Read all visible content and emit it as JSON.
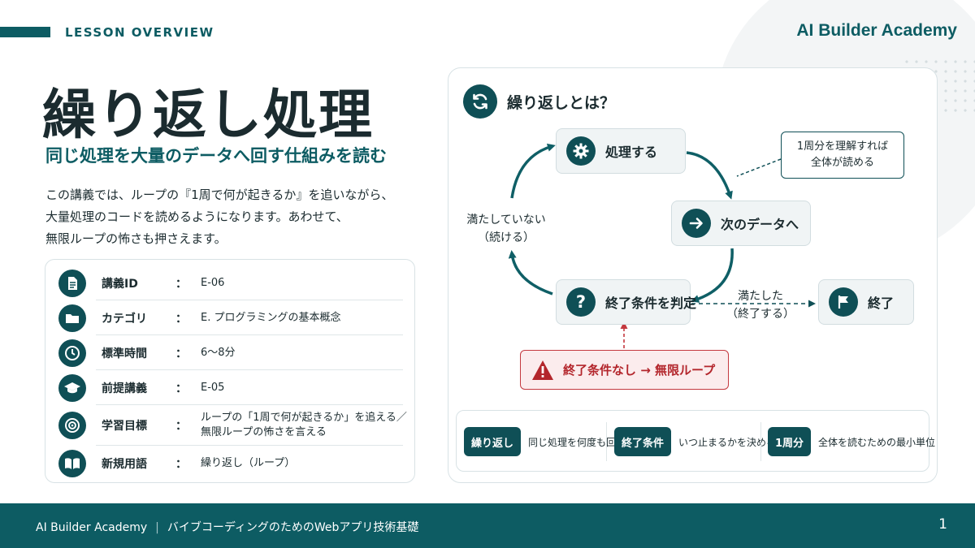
{
  "header": {
    "section_label": "LESSON OVERVIEW",
    "brand": "AI Builder Academy"
  },
  "lesson": {
    "title": "繰り返し処理",
    "subtitle": "同じ処理を大量のデータへ回す仕組みを読む",
    "description_lines": [
      "この講義では、ループの『1周で何が起きるか』を追いながら、",
      "大量処理のコードを読めるようになります。あわせて、",
      "無限ループの怖さも押さえます。"
    ]
  },
  "info": {
    "separator": "：",
    "rows": [
      {
        "icon": "document-icon",
        "key": "講義ID",
        "value": [
          "E-06"
        ]
      },
      {
        "icon": "folder-icon",
        "key": "カテゴリ",
        "value": [
          "E. プログラミングの基本概念"
        ]
      },
      {
        "icon": "clock-icon",
        "key": "標準時間",
        "value": [
          "6〜8分"
        ]
      },
      {
        "icon": "graduation-cap-icon",
        "key": "前提講義",
        "value": [
          "E-05"
        ]
      },
      {
        "icon": "target-icon",
        "key": "学習目標",
        "value": [
          "ループの「1周で何が起きるか」を追える／",
          "無限ループの怖さを言える"
        ]
      },
      {
        "icon": "book-icon",
        "key": "新規用語",
        "value": [
          "繰り返し（ループ）"
        ]
      }
    ]
  },
  "diagram": {
    "title": "繰り返しとは？",
    "nodes": {
      "process": "処理する",
      "next": "次のデータへ",
      "judge": "終了条件を判定",
      "end": "終了"
    },
    "tip_lines": [
      "1周分を理解すれば",
      "全体が読める"
    ],
    "not_met_lines": [
      "満たしていない",
      "（続ける）"
    ],
    "met_lines": [
      "満たした",
      "（終了する）"
    ],
    "warning": "終了条件なし → 無限ループ",
    "legend": [
      {
        "term": "繰り返し",
        "desc": "同じ処理を何度も回す"
      },
      {
        "term": "終了条件",
        "desc": "いつ止まるかを決める"
      },
      {
        "term": "1周分",
        "desc": "全体を読むための最小単位"
      }
    ]
  },
  "colors": {
    "accent": "#0d5c63",
    "warning": "#c4393f"
  },
  "footer": {
    "brand": "AI Builder Academy",
    "course": "バイブコーディングのためのWebアプリ技術基礎",
    "page": "1"
  }
}
